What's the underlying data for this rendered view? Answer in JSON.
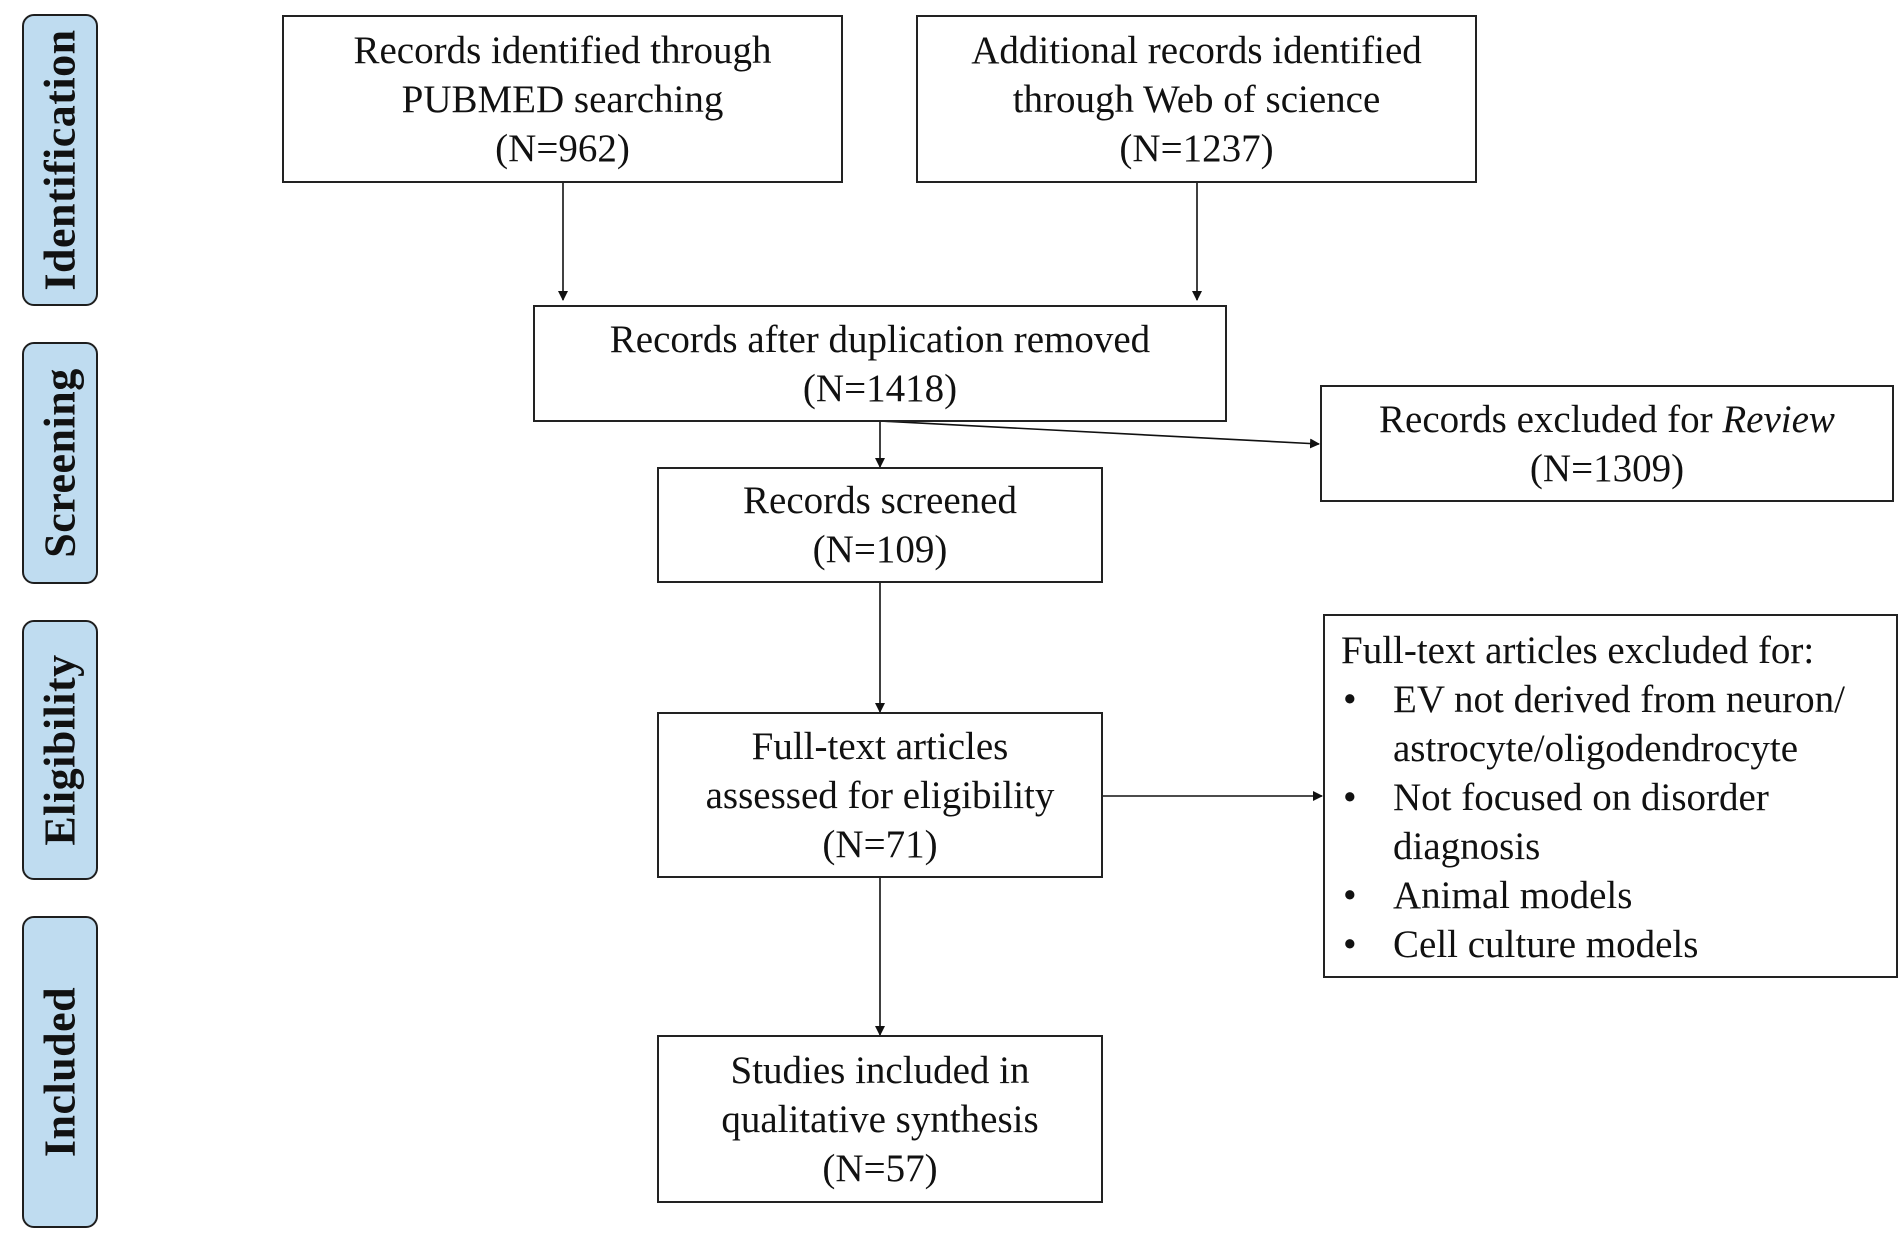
{
  "stages": {
    "identification": "Identification",
    "screening": "Screening",
    "eligibility": "Eligibility",
    "included": "Included"
  },
  "boxes": {
    "pubmed": {
      "line1": "Records identified through",
      "line2": "PUBMED searching",
      "count": "(N=962)"
    },
    "wos": {
      "line1": "Additional records identified",
      "line2": "through Web of science",
      "count": "(N=1237)"
    },
    "dedup": {
      "line1": "Records after duplication removed",
      "count": "(N=1418)"
    },
    "excluded_review": {
      "line1": "Records excluded for ",
      "line1_italic": "Review",
      "count": "(N=1309)"
    },
    "screened": {
      "line1": "Records screened",
      "count": "(N=109)"
    },
    "fulltext": {
      "line1": "Full-text articles",
      "line2": "assessed for eligibility",
      "count": "(N=71)"
    },
    "fulltext_excluded": {
      "heading": "Full-text articles excluded for:",
      "items": [
        [
          "EV not derived from neuron/",
          "astrocyte/oligodendrocyte"
        ],
        [
          "Not focused on disorder",
          "diagnosis"
        ],
        [
          "Animal models"
        ],
        [
          "Cell culture models"
        ]
      ]
    },
    "included": {
      "line1": "Studies included in",
      "line2": "qualitative synthesis",
      "count": "(N=57)"
    }
  }
}
